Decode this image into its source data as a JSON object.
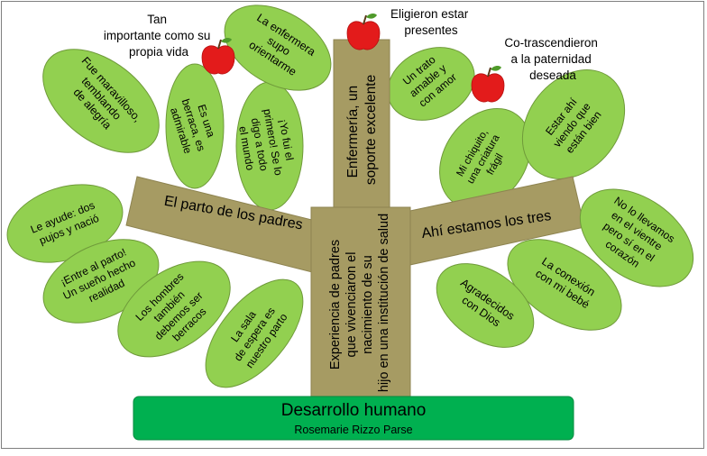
{
  "colors": {
    "leaf_fill": "#92d050",
    "leaf_stroke": "#6f9a3a",
    "trunk_fill": "#a69b63",
    "trunk_stroke": "#8d8350",
    "base_fill": "#00b050",
    "apple": "#e31b1b",
    "text": "#000000"
  },
  "base": {
    "title": "Desarrollo humano",
    "subtitle": "Rosemarie Rizzo Parse"
  },
  "trunk_labels": {
    "main": "Experiencia de padres que vivenciaron el nacimiento de su hijo en una institución de salud",
    "top": "Enfermería, un soporte excelente",
    "left_branch": "El parto de los padres",
    "right_branch": "Ahí estamos los tres"
  },
  "leaves": {
    "fue_maravilloso": "Fue maravilloso, temblando de alegría",
    "es_una_berraca": "Es una berraca, es admirable",
    "yo_fui_el_primero": "¡Yo fui el primero! Se lo digo a todo el mundo",
    "la_enfermera": "La enfermera supo orientarme",
    "un_trato_amable": "Un trato amable y con amor",
    "mi_chiquito": "Mi chiquito, una criatura frágil",
    "estar_ahi": "Estar ahí viendo que están bien",
    "le_ayude": "Le ayude: dos pujos y nació",
    "entre_al_parto": "¡Entre al parto! Un sueño hecho realidad",
    "los_hombres": "Los hombres también debemos ser berracos",
    "la_sala_de_espera": "La sala de espera es nuestro parto",
    "no_lo_llevamos": "No lo llevamos en el vientre pero sí en el corazón",
    "la_conexion": "La conexión con mi bebé",
    "agradecidos": "Agradecidos con Dios"
  },
  "apple_labels": {
    "tan_importante": "Tan importante como su propia vida",
    "eligieron": "Eligieron estar presentes",
    "co_trascendieron": "Co-trascendieron a la paternidad deseada"
  }
}
